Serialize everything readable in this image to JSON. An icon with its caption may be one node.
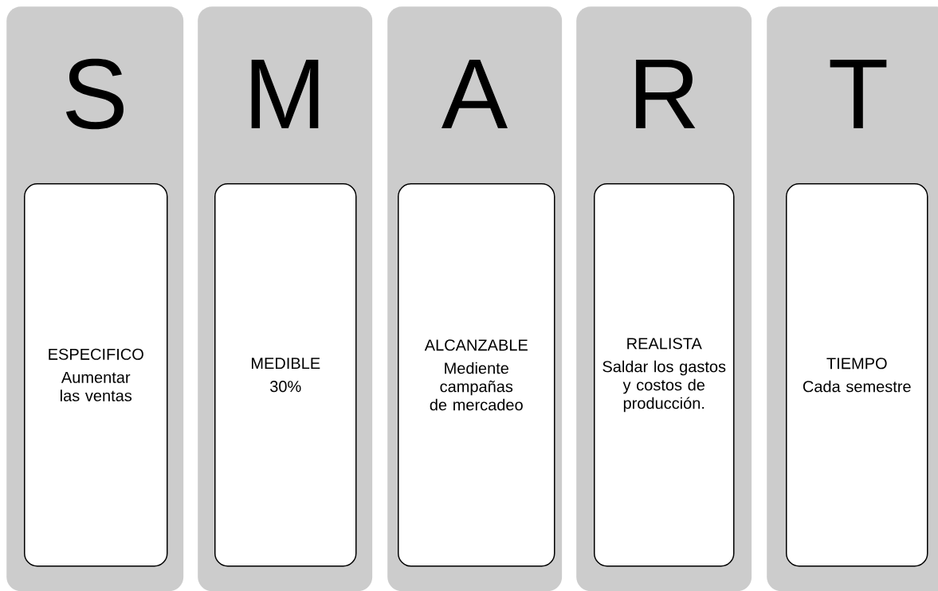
{
  "diagram": {
    "nodes": [
      {
        "text": [
          "S"
        ]
      },
      {
        "text": [
          "ESPECIFICO",
          "Aumentar las ventas"
        ],
        "in": 0
      },
      {
        "text": [
          "M"
        ]
      },
      {
        "text": [
          "MEDIBLE",
          "30%"
        ],
        "in": 2
      },
      {
        "text": [
          "A"
        ]
      },
      {
        "text": [
          "ALCANZABLE",
          "Mediente campañas de mercadeo"
        ],
        "in": 4
      },
      {
        "text": [
          "R"
        ]
      },
      {
        "text": [
          "REALISTA",
          "Saldar los gastos y costos de producción."
        ],
        "in": 6
      },
      {
        "text": [
          "T"
        ]
      },
      {
        "text": [
          "TIEMPO",
          "Cada semestre"
        ],
        "in": 8
      }
    ]
  }
}
